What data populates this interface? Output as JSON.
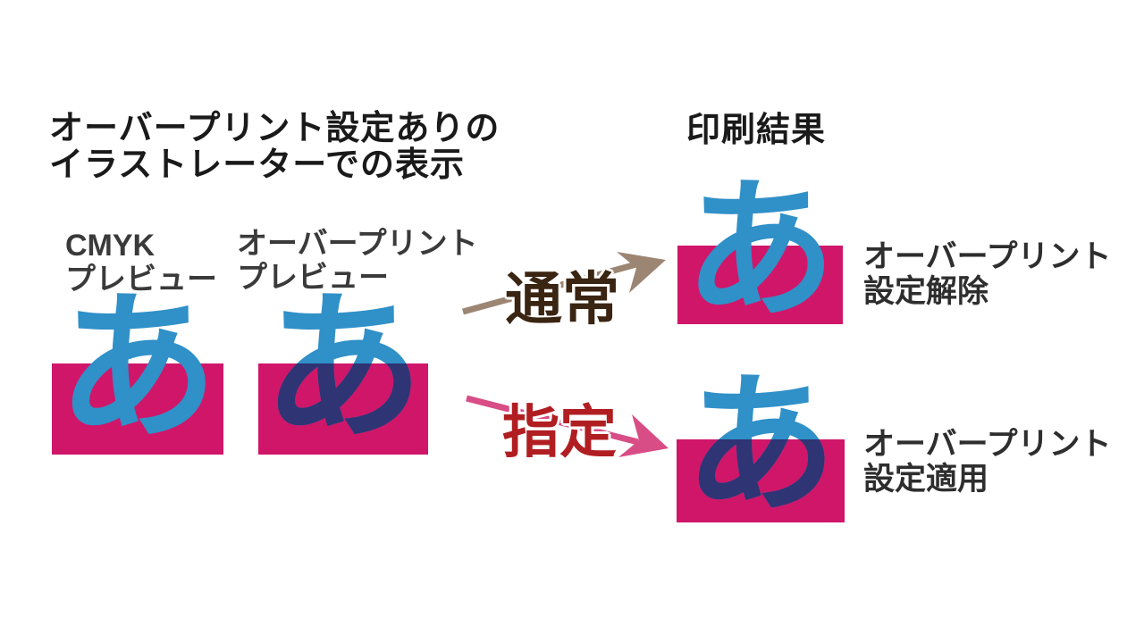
{
  "header": {
    "illustrator_title_line1": "オーバープリント設定ありの",
    "illustrator_title_line2": "イラストレーターでの表示",
    "print_result_title": "印刷結果"
  },
  "previews": {
    "cmyk_label_line1": "CMYK",
    "cmyk_label_line2": "プレビュー",
    "overprint_label_line1": "オーバープリント",
    "overprint_label_line2": "プレビュー"
  },
  "glyph": "あ",
  "arrows": {
    "normal_label": "通常",
    "specified_label": "指定"
  },
  "results": {
    "released_line1": "オーバープリント",
    "released_line2": "設定解除",
    "applied_line1": "オーバープリント",
    "applied_line2": "設定適用"
  },
  "colors": {
    "magenta_rectangle": "#D01669",
    "glyph_blue": "#3090C8",
    "glyph_overprint_dark": "#2E3474",
    "arrow_normal": "#9C8673",
    "arrow_normal_text": "#3A2412",
    "arrow_specified": "#D84D85",
    "arrow_specified_text": "#B11E22",
    "heading_text": "#1A1A1A",
    "label_text": "#3A3A3A"
  }
}
